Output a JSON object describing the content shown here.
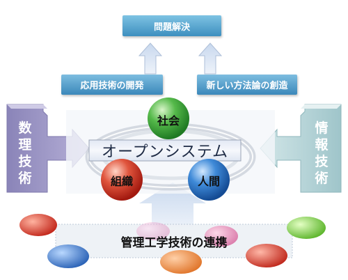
{
  "title_box": "問題解決",
  "mid_boxes": {
    "left": "応用技術の開発",
    "right": "新しい方法論の創造"
  },
  "side_arrows": {
    "left": [
      "数",
      "理",
      "技",
      "術"
    ],
    "right": [
      "情",
      "報",
      "技",
      "術"
    ]
  },
  "center": {
    "label": "オープンシステム",
    "spheres": {
      "top": "社会",
      "left": "組織",
      "right": "人間"
    }
  },
  "bottom": {
    "label": "管理工学技術の連携"
  },
  "colors": {
    "box_blue": "#4a97c6",
    "side_arrow_left": "#9b94c3",
    "side_arrow_right": "#aecfd3",
    "up_arrow": "#d5dfee",
    "sphere_green": "#3aa63a",
    "sphere_red": "#d43a2a",
    "sphere_blue": "#2f78c8"
  }
}
